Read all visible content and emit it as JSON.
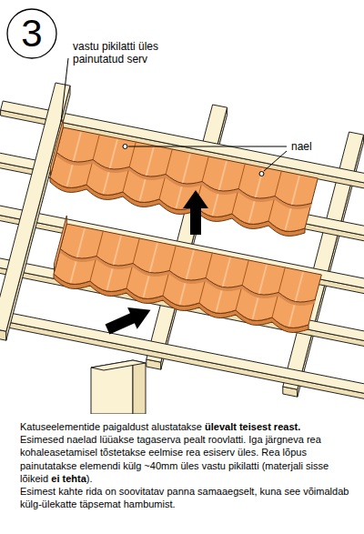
{
  "diagram": {
    "nodes": [
      {
        "text": [
          "3"
        ]
      }
    ],
    "labels": [
      "vastu pikilatti üles painutatud serv",
      "nael",
      "Katuseelementide paigaldust alustatakse",
      "ülevalt teisest reast.",
      "Esimesed naelad lüüakse tagaserva pealt roovlatti. Iga järgneva rea kohaleasetamisel tõstetakse eelmise rea esiserv üles. Rea lõpus painutatakse elemendi külg ~40mm üles vastu pikilatti (materjali sisse lõikeid",
      "ei tehta",
      ").",
      "Esimest kahte rida on soovitatav panna samaaegselt, kuna see võimaldab külg-ülekatte täpsemat hambumist."
    ]
  }
}
